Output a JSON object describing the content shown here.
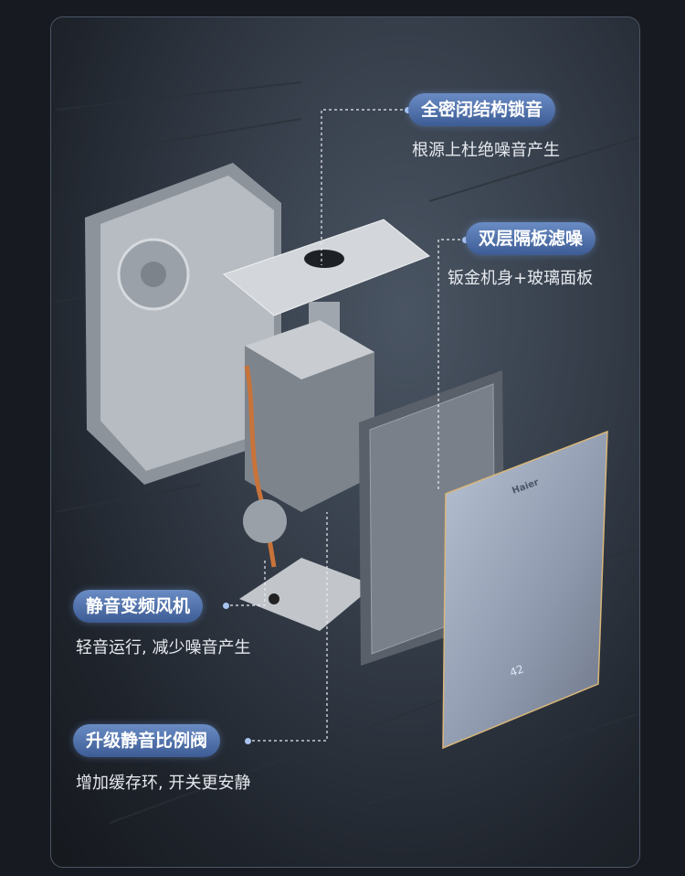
{
  "features": [
    {
      "title": "全密闭结构锁音",
      "desc": "根源上杜绝噪音产生"
    },
    {
      "title": "双层隔板滤噪",
      "desc": "钣金机身+玻璃面板"
    },
    {
      "title": "静音变频风机",
      "desc": "轻音运行, 减少噪音产生"
    },
    {
      "title": "升级静音比例阀",
      "desc": "增加缓存环, 开关更安静"
    }
  ],
  "product": {
    "brand_logo": "Haier",
    "display_value": "42"
  },
  "colors": {
    "pill": "#4f70aa",
    "background": "#171b21"
  }
}
